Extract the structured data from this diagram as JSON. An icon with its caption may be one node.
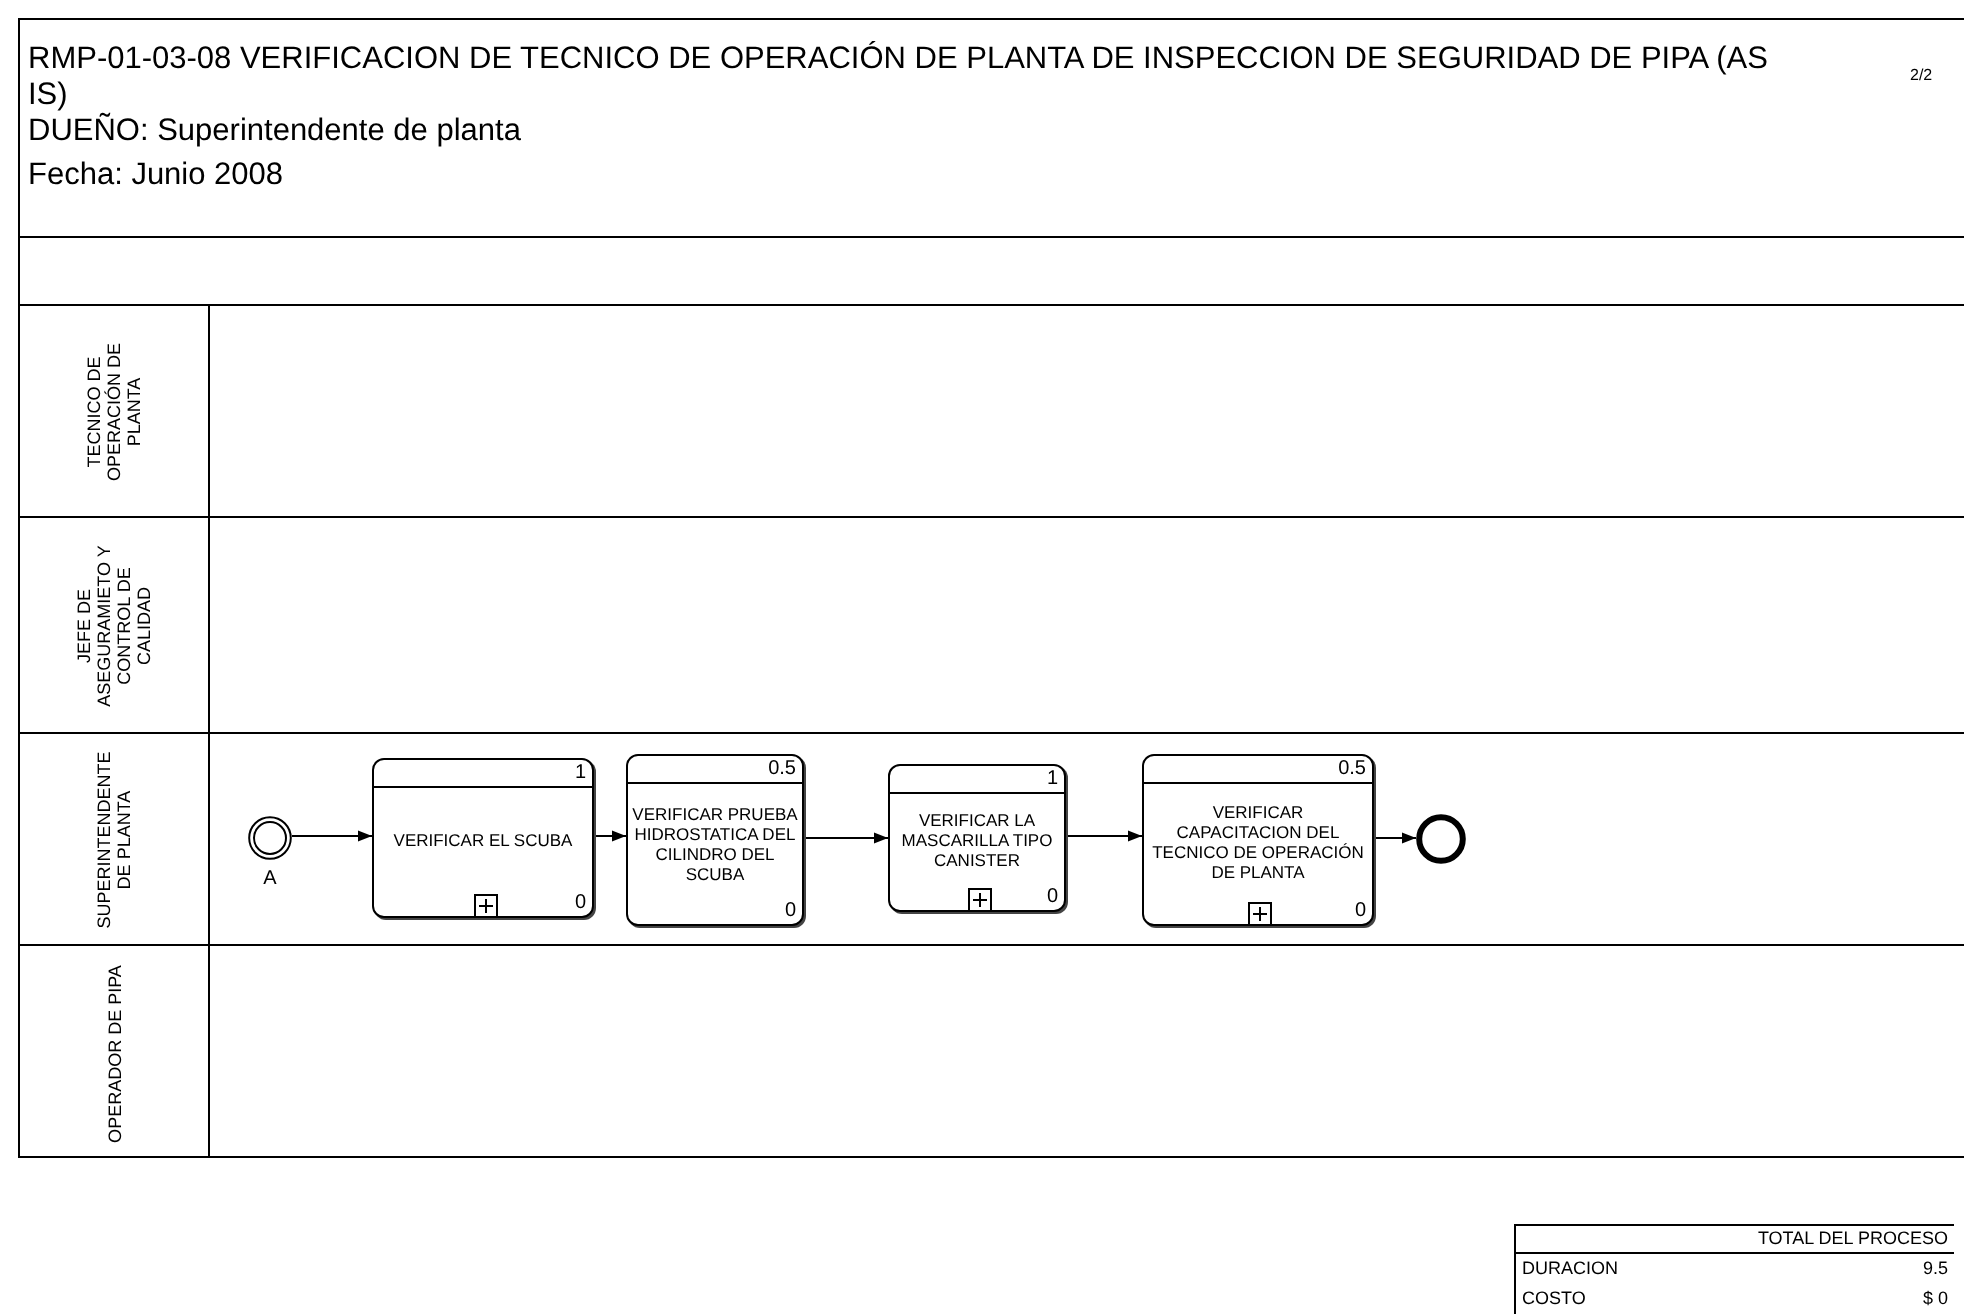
{
  "diagram": {
    "title": "RMP-01-03-08 VERIFICACION DE TECNICO DE OPERACIÓN DE PLANTA DE INSPECCION DE SEGURIDAD DE PIPA (AS IS)",
    "nodes": [
      {
        "text": [
          "TECNICO DE OPERACIÓN DE PLANTA"
        ]
      },
      {
        "text": [
          "JEFE DE ASEGURAMIETO Y CONTROL DE CALIDAD"
        ]
      },
      {
        "text": [
          "SUPERINTENDENTE DE PLANTA"
        ]
      },
      {
        "text": [
          "OPERADOR DE PIPA"
        ]
      },
      {
        "text": [],
        "shape": "circle",
        "in": 2,
        "beside": [
          "A"
        ]
      },
      {
        "text": [
          "1",
          "VERIFICAR EL SCUBA",
          "0"
        ],
        "in": 2
      },
      {
        "text": [
          "0.5",
          "VERIFICAR PRUEBA HIDROSTATICA DEL CILINDRO DEL SCUBA",
          "0"
        ],
        "in": 2
      },
      {
        "text": [
          "1",
          "VERIFICAR LA MASCARILLA TIPO CANISTER",
          "0"
        ],
        "in": 2
      },
      {
        "text": [
          "0.5",
          "VERIFICAR CAPACITACION DEL TECNICO DE OPERACIÓN DE PLANTA",
          "0"
        ],
        "in": 2
      },
      {
        "text": [],
        "shape": "circle",
        "in": 2
      }
    ],
    "edges": [
      {
        "from": 4,
        "to": 5,
        "arrow": "to"
      },
      {
        "from": 5,
        "to": 6,
        "arrow": "to"
      },
      {
        "from": 6,
        "to": 7,
        "arrow": "to"
      },
      {
        "from": 7,
        "to": 8,
        "arrow": "to"
      },
      {
        "from": 8,
        "to": 9,
        "arrow": "to"
      }
    ],
    "labels": [
      "2/2",
      "DUEÑO: Superintendente de planta",
      "Fecha: Junio 2008",
      "TOTAL DEL PROCESO",
      "DURACION",
      "9.5",
      "COSTO",
      "$ 0"
    ]
  }
}
